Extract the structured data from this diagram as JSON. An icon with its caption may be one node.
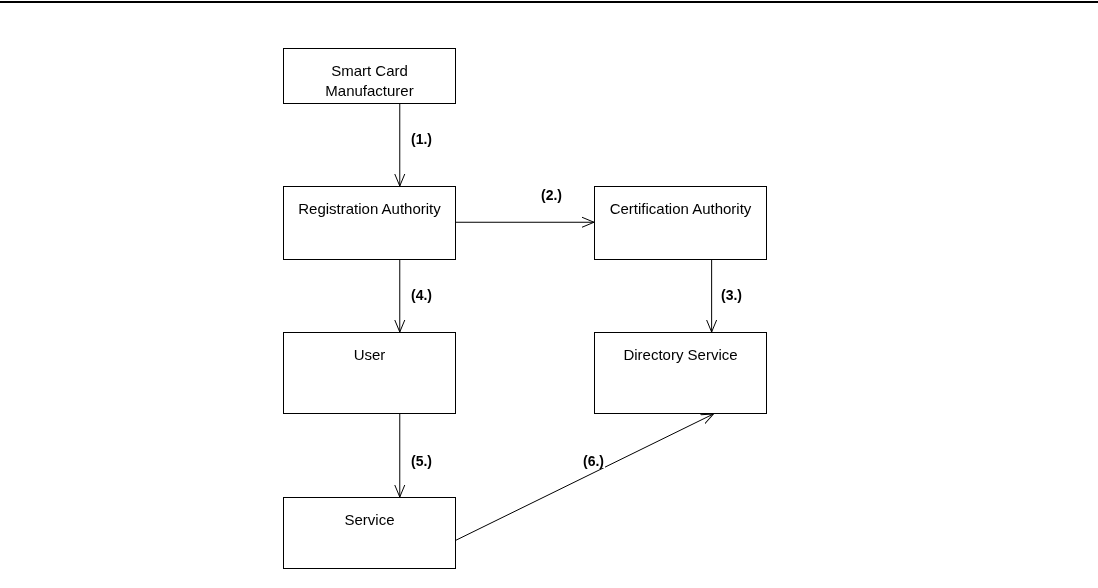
{
  "diagram": {
    "nodes": [
      {
        "text": [
          "Smart Card Manufacturer"
        ]
      },
      {
        "text": [
          "Registration Authority"
        ]
      },
      {
        "text": [
          "Certification Authority"
        ]
      },
      {
        "text": [
          "User"
        ]
      },
      {
        "text": [
          "Directory Service"
        ]
      },
      {
        "text": [
          "Service"
        ]
      }
    ],
    "edges": [
      {
        "from": 0,
        "to": 1,
        "arrow": "to",
        "label": "(1.)"
      },
      {
        "from": 1,
        "to": 2,
        "arrow": "to",
        "label": "(2.)"
      },
      {
        "from": 2,
        "to": 4,
        "arrow": "to",
        "label": "(3.)"
      },
      {
        "from": 1,
        "to": 3,
        "arrow": "to",
        "label": "(4.)"
      },
      {
        "from": 3,
        "to": 5,
        "arrow": "to",
        "label": "(5.)"
      },
      {
        "from": 5,
        "to": 4,
        "arrow": "to",
        "label": "(6.)"
      }
    ]
  }
}
